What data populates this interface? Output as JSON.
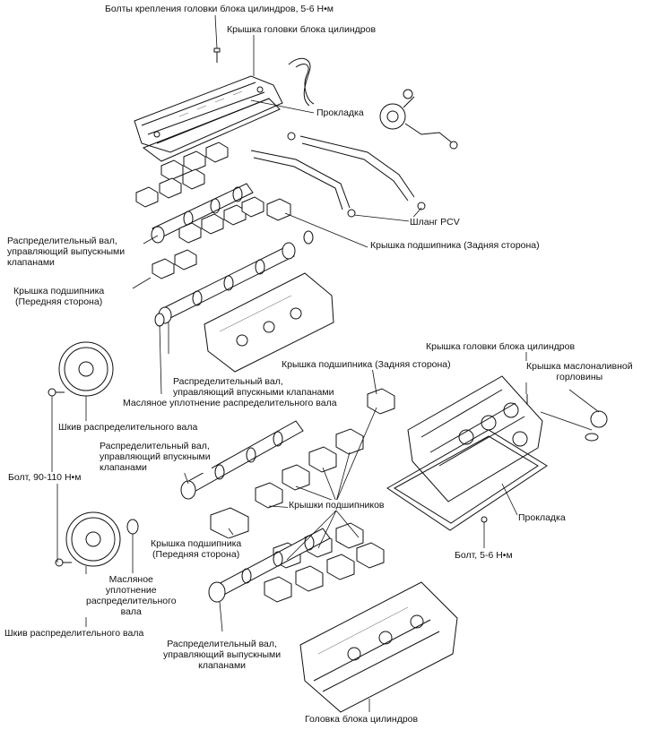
{
  "labels": {
    "bolts_head_cover": "Болты крепления головки блока цилиндров, 5-6 Н•м",
    "head_cover_top": "Крышка головки блока цилиндров",
    "gasket_top": "Прокладка",
    "pcv_hose": "Шланг PCV",
    "exhaust_cam_top": "Распределительный вал,\nуправляющий выпускными\nклапанами",
    "bearing_cap_rear_top": "Крышка подшипника (Задняя сторона)",
    "bearing_cap_front_top": "Крышка подшипника\n(Передняя сторона)",
    "head_cover_right": "Крышка головки блока цилиндров",
    "bearing_cap_rear_mid": "Крышка подшипника (Задняя сторона)",
    "oil_filler_cap": "Крышка маслоналивной\nгорловины",
    "intake_cam_top": "Распределительный вал,\nуправляющий впускными клапанами",
    "oil_seal_top": "Масляное уплотнение распределительного вала",
    "cam_pulley_top": "Шкив распределительного вала",
    "intake_cam_mid": "Распределительный вал,\nуправляющий впускными\nклапанами",
    "bolt_torque": "Болт, 90-110 Н•м",
    "bearing_caps": "Крышки подшипников",
    "gasket_right": "Прокладка",
    "bearing_cap_front_mid": "Крышка подшипника\n(Передняя сторона)",
    "bolt_small": "Болт, 5-6 Н•м",
    "oil_seal_bottom": "Масляное\nуплотнение\nраспределительного\nвала",
    "cam_pulley_bottom": "Шкив распределительного вала",
    "exhaust_cam_bottom": "Распределительный вал,\nуправляющий выпускными\nклапанами",
    "cylinder_head": "Головка блока цилиндров"
  }
}
